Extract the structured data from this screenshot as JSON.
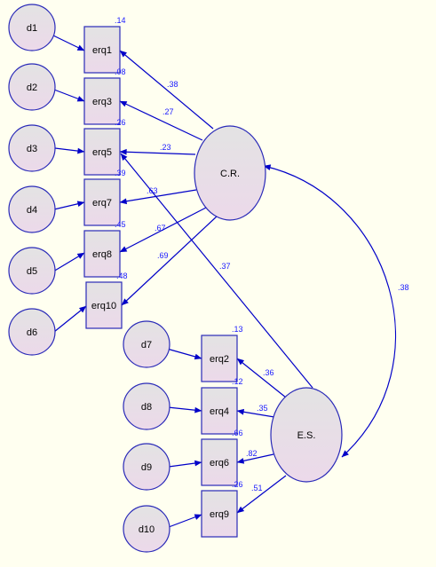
{
  "colors": {
    "background": "#fffff0",
    "path": "#0000c8",
    "coefficient_text": "#1a1aff",
    "shape_outline": "#2a2ab8",
    "shape_fill_top": "#e3e3e3",
    "shape_fill_bottom": "#ecd9ea"
  },
  "errors": [
    {
      "id": "d1",
      "label": "d1"
    },
    {
      "id": "d2",
      "label": "d2"
    },
    {
      "id": "d3",
      "label": "d3"
    },
    {
      "id": "d4",
      "label": "d4"
    },
    {
      "id": "d5",
      "label": "d5"
    },
    {
      "id": "d6",
      "label": "d6"
    },
    {
      "id": "d7",
      "label": "d7"
    },
    {
      "id": "d8",
      "label": "d8"
    },
    {
      "id": "d9",
      "label": "d9"
    },
    {
      "id": "d10",
      "label": "d10"
    }
  ],
  "indicators": [
    {
      "id": "erq1",
      "label": "erq1",
      "r2": ".14"
    },
    {
      "id": "erq3",
      "label": "erq3",
      "r2": ".08"
    },
    {
      "id": "erq5",
      "label": "erq5",
      "r2": ".26"
    },
    {
      "id": "erq7",
      "label": "erq7",
      "r2": ".39"
    },
    {
      "id": "erq8",
      "label": "erq8",
      "r2": ".45"
    },
    {
      "id": "erq10",
      "label": "erq10",
      "r2": ".48"
    },
    {
      "id": "erq2",
      "label": "erq2",
      "r2": ".13"
    },
    {
      "id": "erq4",
      "label": "erq4",
      "r2": ".12"
    },
    {
      "id": "erq6",
      "label": "erq6",
      "r2": ".66"
    },
    {
      "id": "erq9",
      "label": "erq9",
      "r2": ".26"
    }
  ],
  "factors": [
    {
      "id": "cr",
      "label": "C.R."
    },
    {
      "id": "es",
      "label": "E.S."
    }
  ],
  "loadings": [
    {
      "from": "cr",
      "to": "erq1",
      "value": ".38"
    },
    {
      "from": "cr",
      "to": "erq3",
      "value": ".27"
    },
    {
      "from": "cr",
      "to": "erq5",
      "value": ".23"
    },
    {
      "from": "cr",
      "to": "erq7",
      "value": ".63"
    },
    {
      "from": "cr",
      "to": "erq8",
      "value": ".67"
    },
    {
      "from": "cr",
      "to": "erq10",
      "value": ".69"
    },
    {
      "from": "es",
      "to": "erq5",
      "value": ".37"
    },
    {
      "from": "es",
      "to": "erq2",
      "value": ".36"
    },
    {
      "from": "es",
      "to": "erq4",
      "value": ".35"
    },
    {
      "from": "es",
      "to": "erq6",
      "value": ".82"
    },
    {
      "from": "es",
      "to": "erq9",
      "value": ".51"
    }
  ],
  "error_paths": [
    {
      "from": "d1",
      "to": "erq1"
    },
    {
      "from": "d2",
      "to": "erq3"
    },
    {
      "from": "d3",
      "to": "erq5"
    },
    {
      "from": "d4",
      "to": "erq7"
    },
    {
      "from": "d5",
      "to": "erq8"
    },
    {
      "from": "d6",
      "to": "erq10"
    },
    {
      "from": "d7",
      "to": "erq2"
    },
    {
      "from": "d8",
      "to": "erq4"
    },
    {
      "from": "d9",
      "to": "erq6"
    },
    {
      "from": "d10",
      "to": "erq9"
    }
  ],
  "covariance": {
    "between": [
      "cr",
      "es"
    ],
    "value": ".38"
  }
}
